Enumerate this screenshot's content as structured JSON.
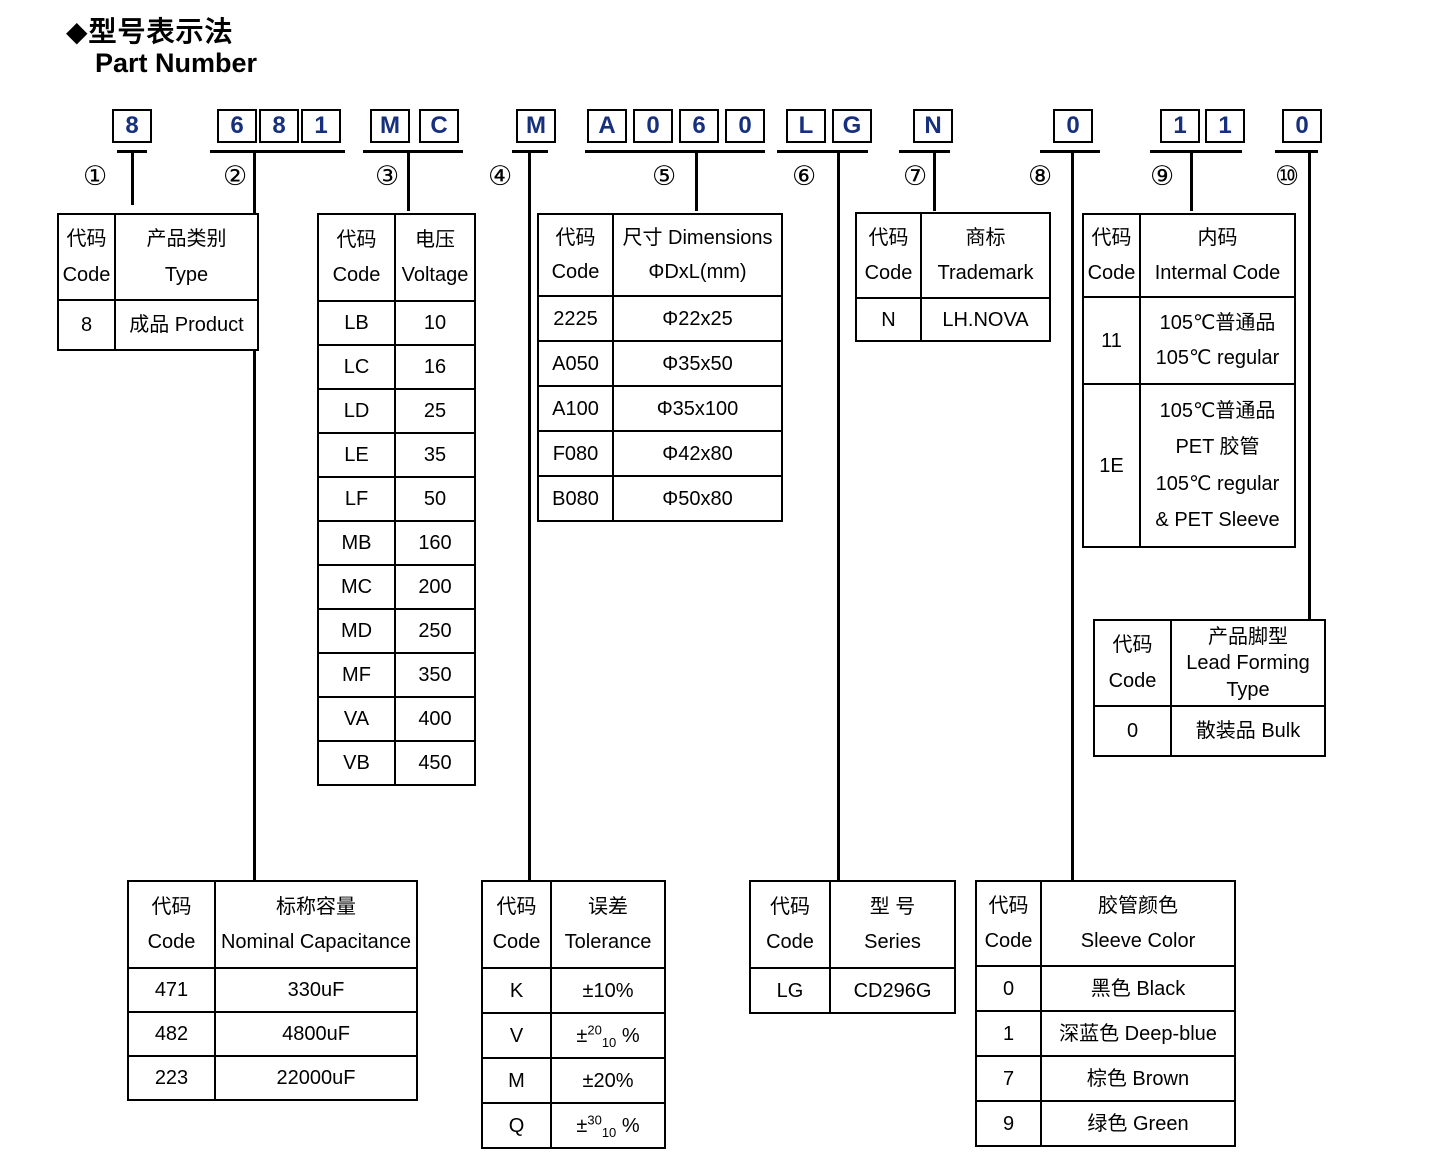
{
  "title": {
    "cn": "◆型号表示法",
    "en": "Part Number"
  },
  "part_number": {
    "groups": [
      {
        "marker": "①",
        "chars": [
          "8"
        ]
      },
      {
        "marker": "②",
        "chars": [
          "6",
          "8",
          "1"
        ]
      },
      {
        "marker": "③",
        "chars": [
          "M",
          "C"
        ]
      },
      {
        "marker": "④",
        "chars": [
          "M"
        ]
      },
      {
        "marker": "⑤",
        "chars": [
          "A",
          "0",
          "6",
          "0"
        ]
      },
      {
        "marker": "⑥",
        "chars": [
          "L",
          "G"
        ]
      },
      {
        "marker": "⑦",
        "chars": [
          "N"
        ]
      },
      {
        "marker": "⑧",
        "chars": [
          "0"
        ]
      },
      {
        "marker": "⑨",
        "chars": [
          "1",
          "1"
        ]
      },
      {
        "marker": "⑩",
        "chars": [
          "0"
        ]
      }
    ]
  },
  "tables": {
    "type": {
      "header": [
        [
          "代码",
          "Code"
        ],
        [
          "产品类别",
          "Type"
        ]
      ],
      "rows": [
        [
          "8",
          "成品 Product"
        ]
      ]
    },
    "capacitance": {
      "header": [
        [
          "代码",
          "Code"
        ],
        [
          "标称容量",
          "Nominal Capacitance"
        ]
      ],
      "rows": [
        [
          "471",
          "330uF"
        ],
        [
          "482",
          "4800uF"
        ],
        [
          "223",
          "22000uF"
        ]
      ]
    },
    "voltage": {
      "header": [
        [
          "代码",
          "Code"
        ],
        [
          "电压",
          "Voltage"
        ]
      ],
      "rows": [
        [
          "LB",
          "10"
        ],
        [
          "LC",
          "16"
        ],
        [
          "LD",
          "25"
        ],
        [
          "LE",
          "35"
        ],
        [
          "LF",
          "50"
        ],
        [
          "MB",
          "160"
        ],
        [
          "MC",
          "200"
        ],
        [
          "MD",
          "250"
        ],
        [
          "MF",
          "350"
        ],
        [
          "VA",
          "400"
        ],
        [
          "VB",
          "450"
        ]
      ]
    },
    "tolerance": {
      "header": [
        [
          "代码",
          "Code"
        ],
        [
          "误差",
          "Tolerance"
        ]
      ],
      "rows": [
        [
          "K",
          "±10%"
        ],
        [
          "V",
          {
            "pm": "±",
            "sup": "20",
            "sub": "10",
            "suffix": " %"
          }
        ],
        [
          "M",
          "±20%"
        ],
        [
          "Q",
          {
            "pm": "±",
            "sup": "30",
            "sub": "10",
            "suffix": " %"
          }
        ]
      ]
    },
    "dimensions": {
      "header": [
        [
          "代码",
          "Code"
        ],
        [
          "尺寸 Dimensions",
          "ΦDxL(mm)"
        ]
      ],
      "rows": [
        [
          "2225",
          "Φ22x25"
        ],
        [
          "A050",
          "Φ35x50"
        ],
        [
          "A100",
          "Φ35x100"
        ],
        [
          "F080",
          "Φ42x80"
        ],
        [
          "B080",
          "Φ50x80"
        ]
      ]
    },
    "series": {
      "header": [
        [
          "代码",
          "Code"
        ],
        [
          "型 号",
          "Series"
        ]
      ],
      "rows": [
        [
          "LG",
          "CD296G"
        ]
      ]
    },
    "trademark": {
      "header": [
        [
          "代码",
          "Code"
        ],
        [
          "商标",
          "Trademark"
        ]
      ],
      "rows": [
        [
          "N",
          "LH.NOVA"
        ]
      ]
    },
    "sleeve_color": {
      "header": [
        [
          "代码",
          "Code"
        ],
        [
          "胶管颜色",
          "Sleeve Color"
        ]
      ],
      "rows": [
        [
          "0",
          "黑色 Black"
        ],
        [
          "1",
          "深蓝色 Deep-blue"
        ],
        [
          "7",
          "棕色 Brown"
        ],
        [
          "9",
          "绿色 Green"
        ]
      ]
    },
    "internal_code": {
      "header": [
        [
          "代码",
          "Code"
        ],
        [
          "内码",
          "Intermal Code"
        ]
      ],
      "rows": [
        [
          "11",
          [
            "105℃普通品",
            "105℃  regular"
          ]
        ],
        [
          "1E",
          [
            "105℃普通品",
            "PET 胶管",
            "105℃  regular",
            "& PET Sleeve"
          ]
        ]
      ]
    },
    "lead_forming": {
      "header": [
        [
          "代码",
          "Code"
        ],
        [
          "产品脚型",
          "Lead Forming",
          "Type"
        ]
      ],
      "rows": [
        [
          "0",
          "散装品 Bulk"
        ]
      ]
    }
  }
}
